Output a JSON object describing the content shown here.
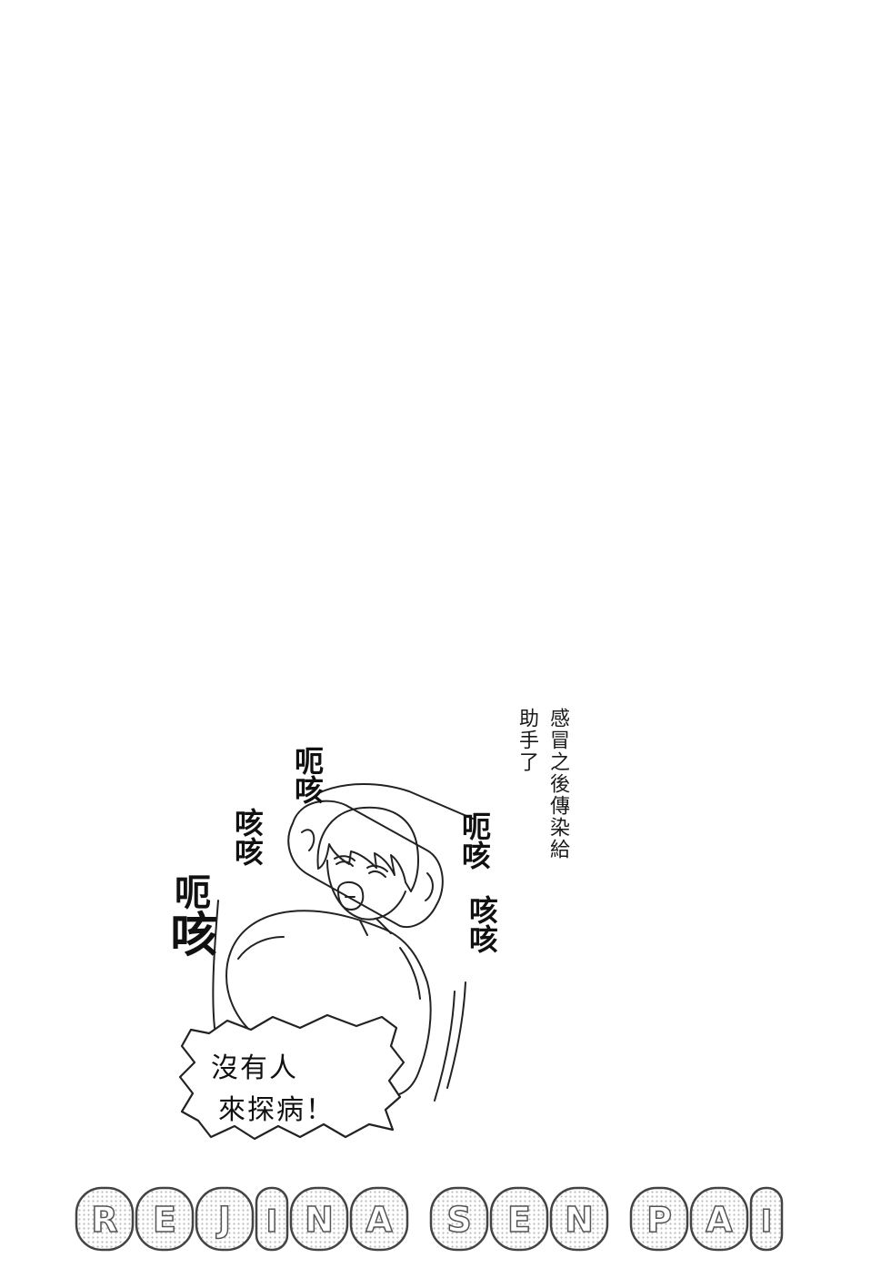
{
  "note": {
    "column_1": "感冒之後傳染給",
    "column_2": "助手了"
  },
  "sfx": {
    "left_top_1": "呃",
    "left_top_2": "咳",
    "left_mid_1": "咳",
    "left_mid_2": "咳",
    "left_low_1": "呃",
    "left_low_2": "咳",
    "right_top_1": "呃",
    "right_top_2": "咳",
    "right_low_1": "咳",
    "right_low_2": "咳"
  },
  "bubble": {
    "line_1": "沒有人",
    "line_2": "來探病！"
  },
  "banner": {
    "letters": [
      "R",
      "E",
      "J",
      "I",
      "N",
      "A",
      "S",
      "E",
      "N",
      "P",
      "A",
      "I"
    ]
  },
  "colors": {
    "ink": "#111111",
    "paper": "#ffffff",
    "tone": "#d9d9d9"
  }
}
